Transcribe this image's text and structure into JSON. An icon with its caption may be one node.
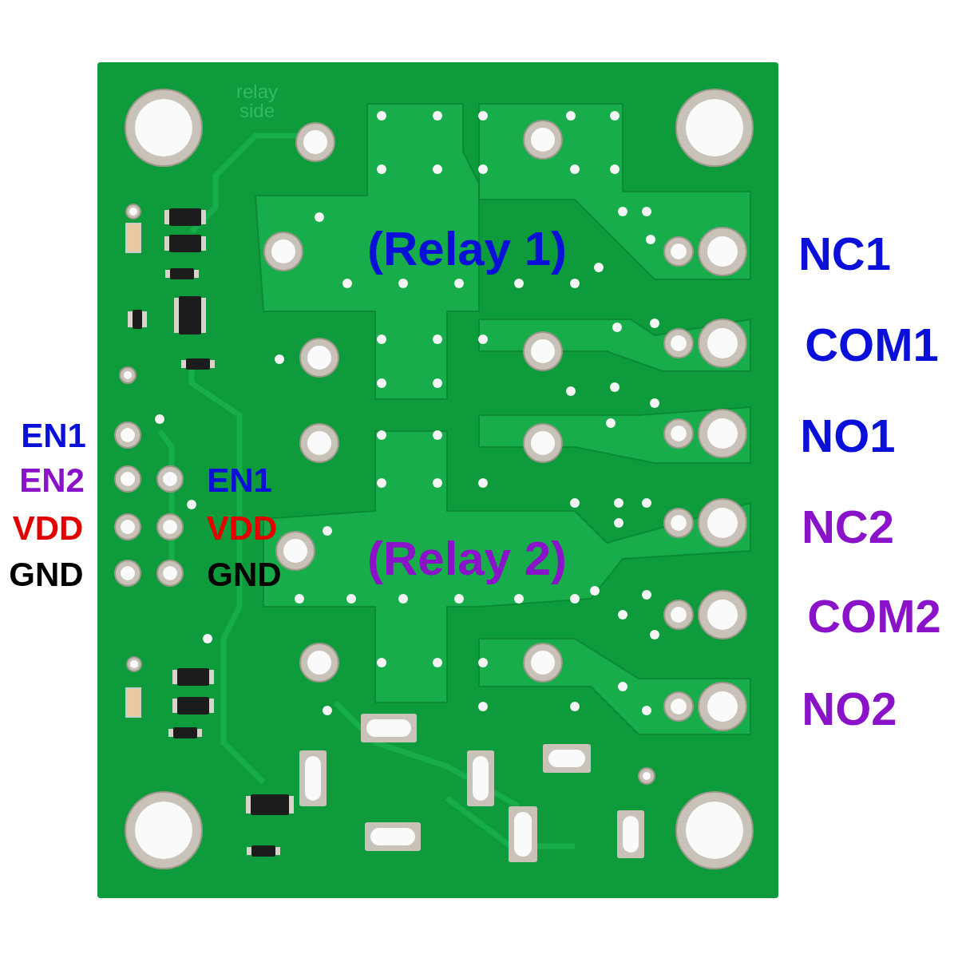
{
  "diagram": {
    "labels": [
      "relay side",
      "NC1",
      "(Relay 1)",
      "COM1",
      "EN1",
      "NO1",
      "EN2",
      "EN1",
      "NC2",
      "VDD",
      "VDD",
      "(Relay 2)",
      "GND",
      "GND",
      "COM2",
      "NO2"
    ]
  }
}
